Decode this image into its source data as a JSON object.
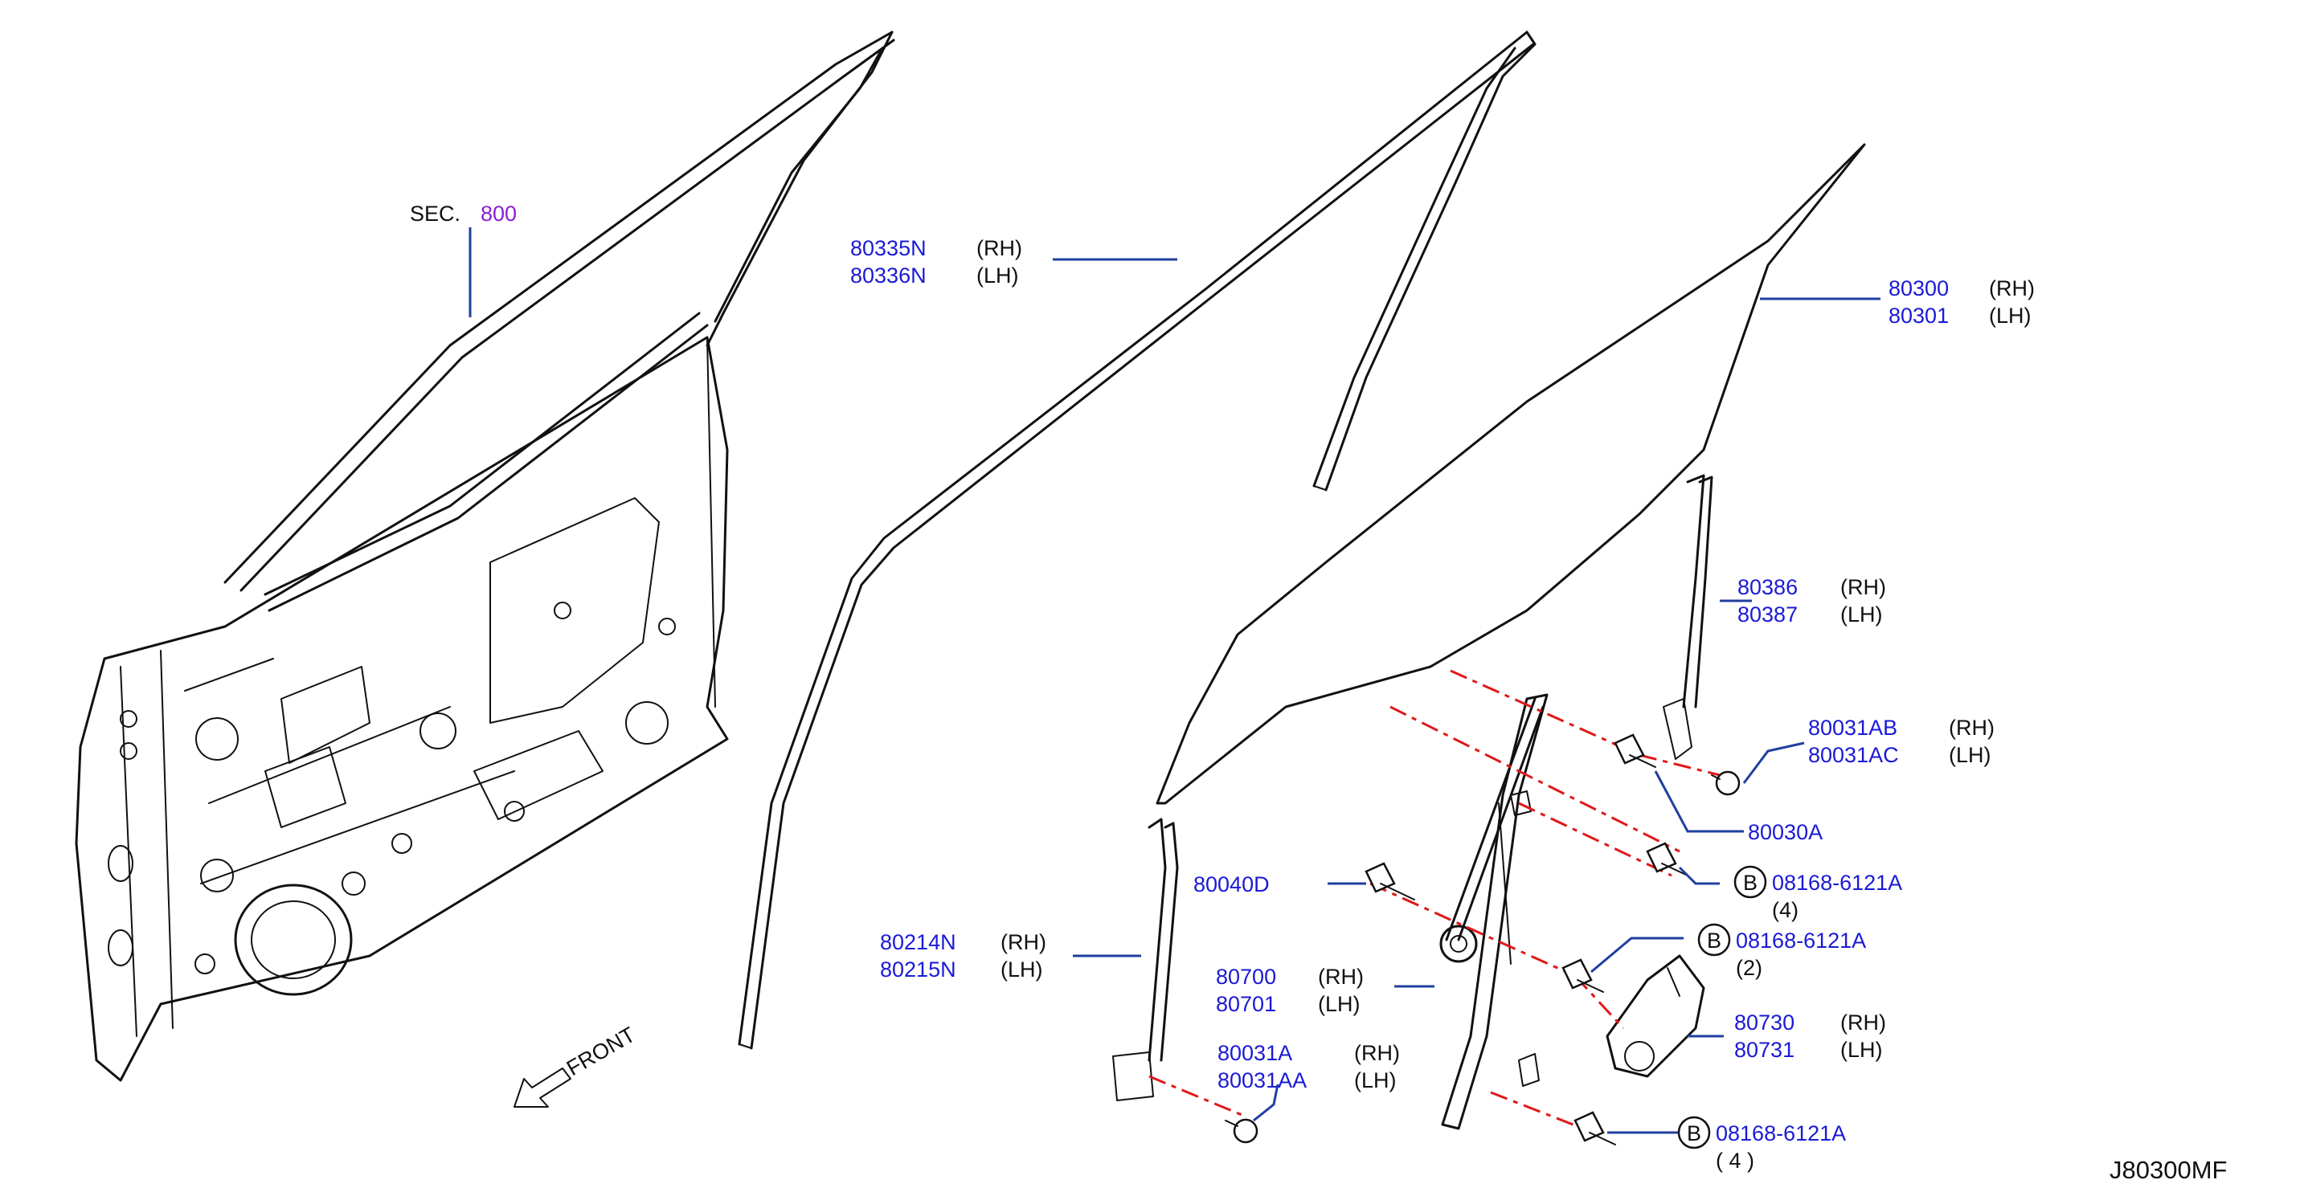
{
  "section_ref": {
    "prefix": "SEC.",
    "number": "800"
  },
  "front_label": "FRONT",
  "diagram_code": "J80300MF",
  "parts": {
    "sash_rh": "80335N",
    "sash_lh": "80336N",
    "glass_rh": "80300",
    "glass_lh": "80301",
    "rear_guide_rh": "80386",
    "rear_guide_lh": "80387",
    "clip_rh": "80031AB",
    "clip_lh": "80031AC",
    "bolt_80030a": "80030A",
    "bolt_80040d": "80040D",
    "front_sash_rh": "80214N",
    "front_sash_lh": "80215N",
    "regulator_rh": "80700",
    "regulator_lh": "80701",
    "motor_rh": "80730",
    "motor_lh": "80731",
    "clip_front_rh": "80031A",
    "clip_front_lh": "80031AA"
  },
  "fasteners": [
    {
      "symbol": "B",
      "part": "08168-6121A",
      "qty": "(4)"
    },
    {
      "symbol": "B",
      "part": "08168-6121A",
      "qty": "(2)"
    },
    {
      "symbol": "B",
      "part": "08168-6121A",
      "qty": "( 4 )"
    }
  ],
  "side_labels": {
    "rh": "(RH)",
    "lh": "(LH)"
  }
}
